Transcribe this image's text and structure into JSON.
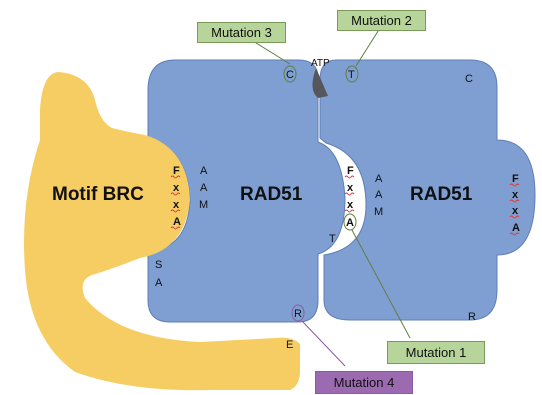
{
  "colors": {
    "motif": "#f6cd62",
    "rad51": "#7f9fd3",
    "rad51_stroke": "#5f7fb5",
    "atp": "#55575c",
    "mutation_green_fill": "#b7d59a",
    "mutation_purple_fill": "#9b6ab0",
    "mutation_purple_line": "#8a5aa5",
    "green_line": "#5f7f3f",
    "squiggle": "#d43b3b"
  },
  "motif": {
    "label": "Motif BRC",
    "residues": [
      "F",
      "x",
      "x",
      "A"
    ]
  },
  "rad51_left": {
    "label": "RAD51",
    "pocket_residues": [
      "A",
      "A",
      "M"
    ],
    "lower_residues": [
      "S",
      "A"
    ],
    "top_residue": "C",
    "bottom_residue": "R"
  },
  "rad51_right": {
    "label": "RAD51",
    "top_left_residue": "T",
    "top_right_residue": "C",
    "pocket_residues": [
      "F",
      "x",
      "x",
      "A"
    ],
    "pocket_aam": [
      "A",
      "A",
      "M"
    ],
    "t_residue": "T",
    "side_residues": [
      "F",
      "x",
      "x",
      "A"
    ],
    "bottom_residue": "R"
  },
  "atp": {
    "label": "ATP"
  },
  "tail_residue": "E",
  "mutations": {
    "m1": "Mutation 1",
    "m2": "Mutation 2",
    "m3": "Mutation 3",
    "m4": "Mutation 4"
  }
}
